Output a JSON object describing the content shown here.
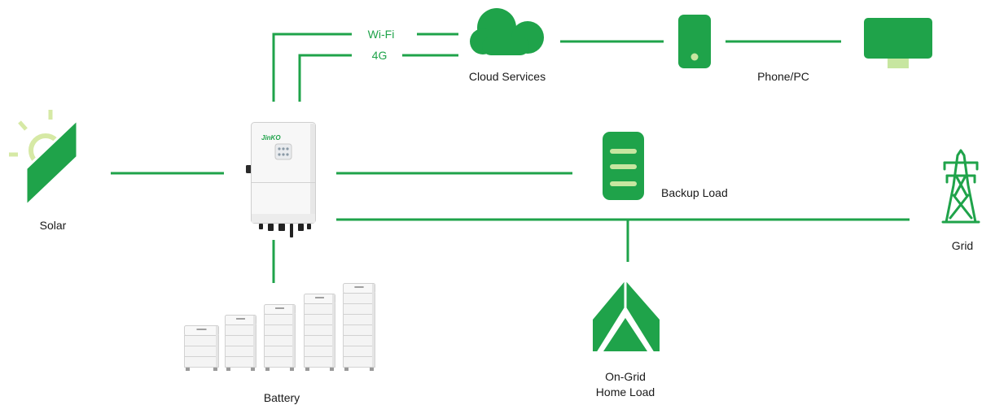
{
  "colors": {
    "accent": "#1fa34a",
    "accent_light": "#c7e6a0",
    "sun": "#d6e9a5",
    "text": "#1a1a1a"
  },
  "nodes": {
    "solar": {
      "label": "Solar",
      "icon": "solar-panel-icon"
    },
    "inverter": {
      "logo": "JinKO",
      "icon": "hybrid-inverter"
    },
    "battery": {
      "label": "Battery",
      "icon": "battery-stack"
    },
    "cloud": {
      "label": "Cloud Services",
      "icon": "cloud-icon"
    },
    "phone_pc": {
      "label": "Phone/PC",
      "icons": [
        "phone-icon",
        "monitor-icon"
      ]
    },
    "backup_load": {
      "label": "Backup Load",
      "icon": "backup-load-icon"
    },
    "home_load": {
      "label_lines": [
        "On-Grid",
        "Home Load"
      ],
      "icon": "house-icon"
    },
    "grid": {
      "label": "Grid",
      "icon": "transmission-tower-icon"
    }
  },
  "links": {
    "wifi": {
      "label": "Wi-Fi"
    },
    "cellular": {
      "label": "4G"
    }
  }
}
